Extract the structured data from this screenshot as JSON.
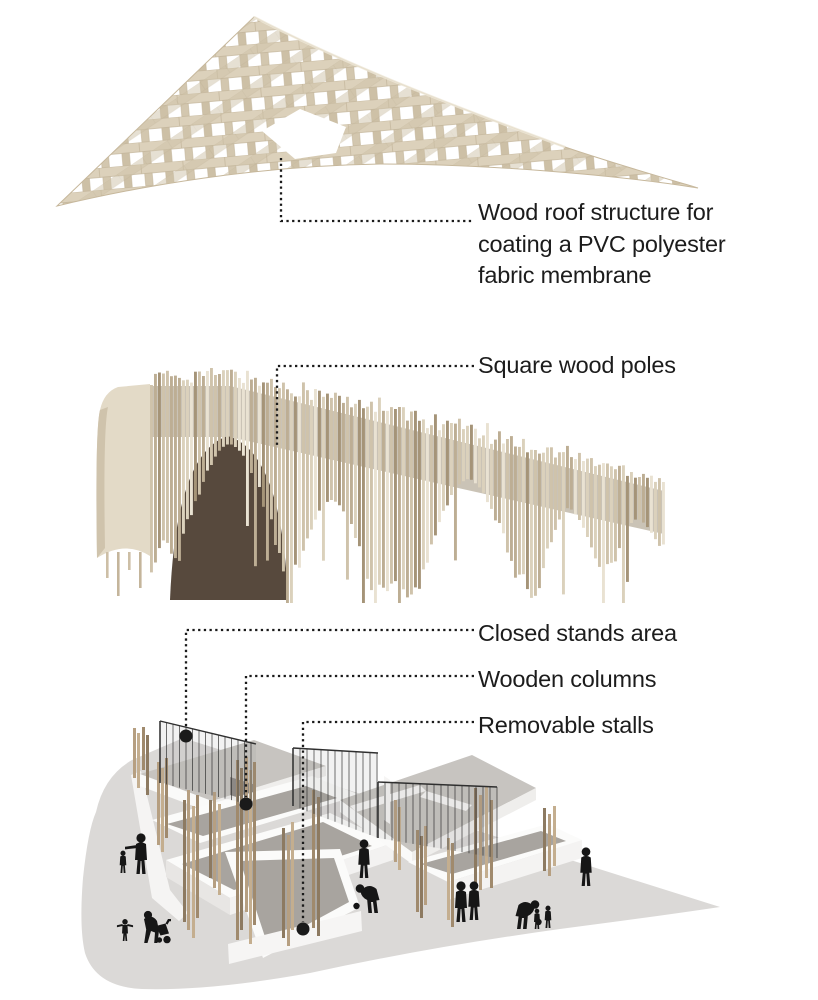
{
  "diagram": {
    "type": "exploded axonometric architecture diagram",
    "labels": {
      "roof": "Wood roof structure for coating a PVC polyester fabric membrane",
      "poles": "Square wood poles",
      "closed_stands": "Closed stands area",
      "wooden_columns": "Wooden columns",
      "removable_stalls": "Removable stalls"
    },
    "colors": {
      "wood_light": "#e9e2d2",
      "wood_mid": "#d6cab3",
      "wood_dark": "#b0a189",
      "wood_shadow": "#57493d",
      "platform_gray": "#dbd9d7",
      "terrace_gray": "#c7c4c0",
      "floor_gray": "#a8a49f",
      "wall_white": "#fbfbfa",
      "mesh_dark": "#2f2f2f",
      "figure_black": "#161616",
      "leader_black": "#1a1a1a",
      "text": "#1c1c1c"
    }
  }
}
